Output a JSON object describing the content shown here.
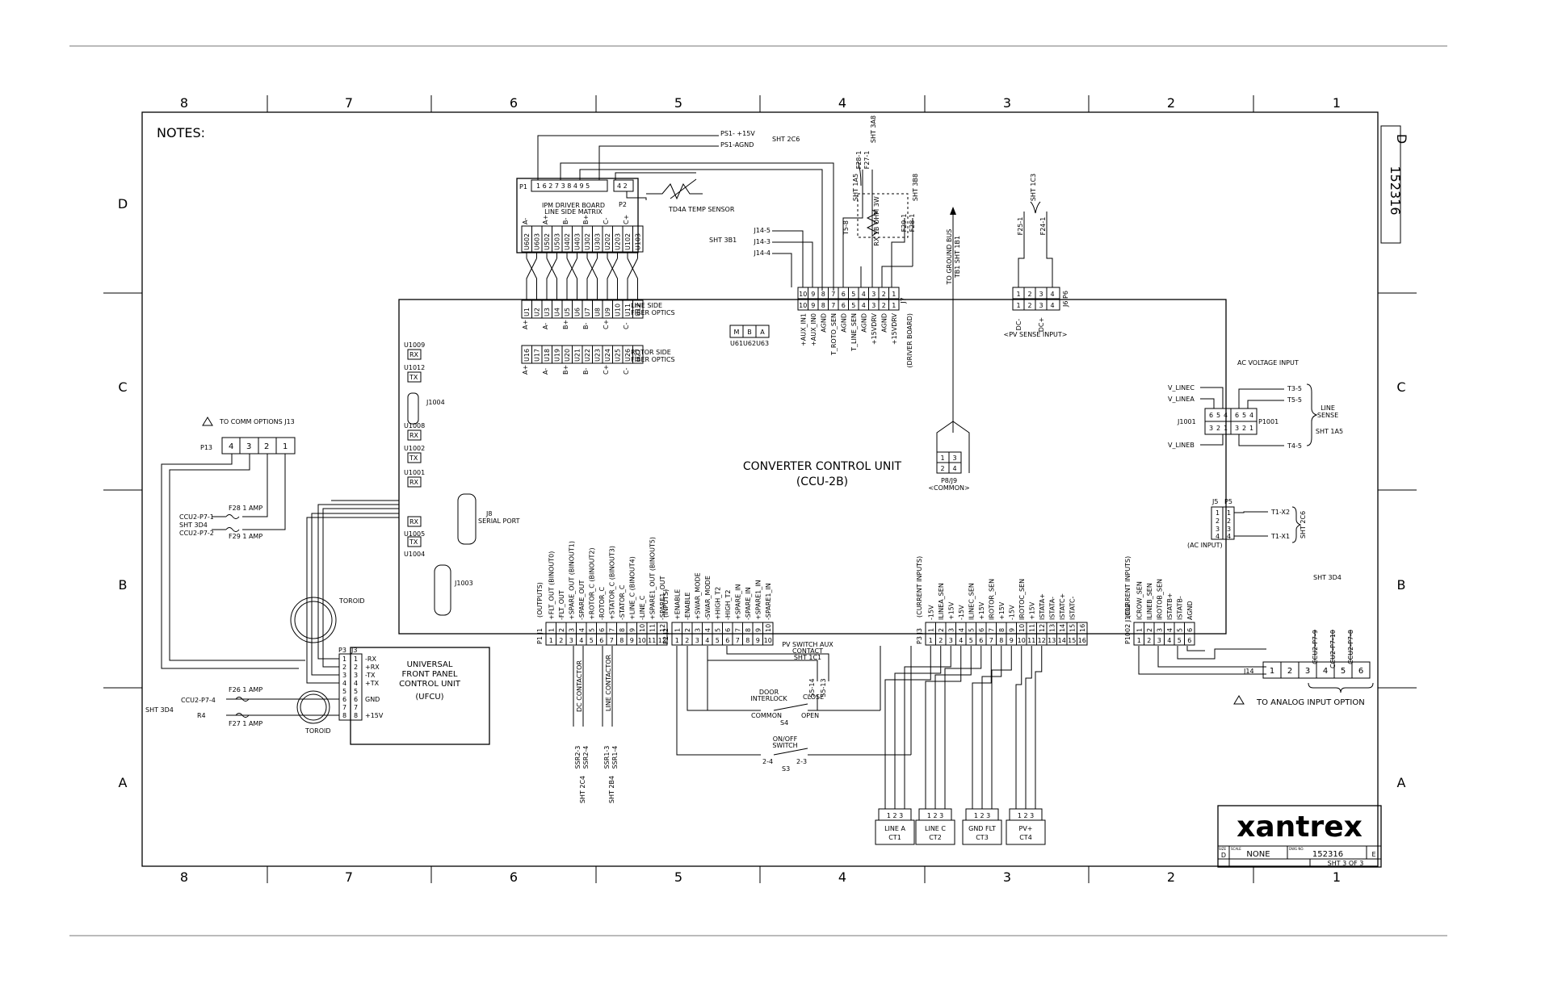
{
  "frame": {
    "top_columns": [
      "8",
      "7",
      "6",
      "5",
      "4",
      "3",
      "2",
      "1"
    ],
    "rows": [
      "D",
      "C",
      "B",
      "A"
    ],
    "notes_label": "NOTES:",
    "sheet_letter": "D",
    "sheet_number_vertical": "152316"
  },
  "title_block": {
    "brand": "xantrex",
    "size_label": "SIZE",
    "size": "D",
    "scale_label": "SCALE",
    "scale": "NONE",
    "dwg_label": "DWG NO.",
    "dwg_no": "152316",
    "rev": "E",
    "sheet": "SHT  3  OF  3"
  },
  "main_unit": {
    "title": "CONVERTER CONTROL UNIT",
    "subtitle": "(CCU-2B)"
  },
  "ipm": {
    "title": "IPM DRIVER BOARD",
    "subtitle": "LINE SIDE MATRIX",
    "p1": "P1",
    "p2": "P2",
    "p1_pins": [
      "1",
      "6",
      "2",
      "7",
      "3",
      "8",
      "4",
      "9",
      "5"
    ],
    "p2_pins": [
      "4",
      "2"
    ],
    "ps_labels": [
      "PS1- +15V",
      "PS1-AGND"
    ],
    "sht_ref": "SHT 2C6",
    "temp_sensor": "TD4A TEMP SENSOR",
    "outputs": [
      "U602",
      "U603",
      "U502",
      "U503",
      "U402",
      "U403",
      "U302",
      "U303",
      "U202",
      "U203",
      "U102",
      "U103"
    ],
    "phase_labels": [
      "A-",
      "A+",
      "B-",
      "B+",
      "C-",
      "C+"
    ]
  },
  "fiber": {
    "line_u": [
      "U1",
      "U2",
      "U3",
      "U4",
      "U5",
      "U6",
      "U7",
      "U8",
      "U9",
      "U10",
      "U11",
      "U12"
    ],
    "line_label_1": "LINE SIDE",
    "line_label_2": "FIBER OPTICS",
    "line_phases": [
      "A+",
      "A-",
      "B+",
      "B-",
      "C+",
      "C-"
    ],
    "rotor_u": [
      "U16",
      "U17",
      "U18",
      "U19",
      "U20",
      "U21",
      "U22",
      "U23",
      "U24",
      "U25",
      "U26",
      "U27"
    ],
    "rotor_label_1": "ROTOR SIDE",
    "rotor_label_2": "FIBER OPTICS",
    "rotor_phases": [
      "A+",
      "A-",
      "B+",
      "B-",
      "C+",
      "C-"
    ],
    "mba": [
      "M",
      "B",
      "A"
    ],
    "u61": "U61U62U63"
  },
  "comm": {
    "items": [
      {
        "id": "U1009",
        "rt": "RX"
      },
      {
        "id": "U1012",
        "rt": "TX"
      },
      {
        "id": "U1008",
        "rt": "RX"
      },
      {
        "id": "U1002",
        "rt": "TX"
      },
      {
        "id": "U1001",
        "rt": "RX"
      }
    ],
    "lower": [
      {
        "id": "U1005",
        "rt": "RX"
      },
      {
        "id": "U1004",
        "rt": "TX"
      }
    ],
    "j1004": "J1004",
    "j8_1": "J8",
    "j8_2": "SERIAL PORT",
    "j1003": "J1003"
  },
  "p13": {
    "label": "P13",
    "note": "TO COMM OPTIONS J13",
    "pins": [
      "4",
      "3",
      "2",
      "1"
    ],
    "f28": "F28  1 AMP",
    "f29": "F29  1 AMP",
    "ccu_a": "CCU2-P7-1",
    "ccu_b": "CCU2-P7-2",
    "sht": "SHT 3D4",
    "n1": "1",
    "n2": "2"
  },
  "ufcu": {
    "title1": "UNIVERSAL",
    "title2": "FRONT PANEL",
    "title3": "CONTROL UNIT",
    "title4": "(UFCU)",
    "p3": "P3",
    "j3": "J3",
    "pins": [
      "1",
      "2",
      "3",
      "4",
      "5",
      "6",
      "7",
      "8"
    ],
    "signals": [
      "-RX",
      "+RX",
      "-TX",
      "+TX",
      "",
      "GND",
      "",
      "+15V"
    ],
    "toroid": "TOROID",
    "f26": "F26  1 AMP",
    "f27": "F27  1 AMP",
    "ccu": "CCU2-P7-4",
    "r4": "R4",
    "sht": "SHT 3D4"
  },
  "j1": {
    "label": "P1 J1",
    "group": "(OUTPUTS)",
    "pins": [
      "1",
      "2",
      "3",
      "4",
      "5",
      "6",
      "7",
      "8",
      "9",
      "10",
      "11",
      "12"
    ],
    "signals": [
      "+FLT_OUT (BINOUT0)",
      "-FLT_OUT",
      "+SPARE_OUT (BINOUT1)",
      "-SPARE_OUT",
      "+ROTOR_C (BINOUT2)",
      "-ROTOR_C",
      "+STATOR_C (BINOUT3)",
      "-STATOR_C",
      "+LINE_C (BINOUT4)",
      "-LINE_C",
      "+SPARE1_OUT (BINOUT5)",
      "-SPARE1_OUT"
    ],
    "dc_contactor": "DC CONTACTOR",
    "line_contactor": "LINE CONTACTOR",
    "ssr_left": [
      "SSR2-3",
      "SSR2-4"
    ],
    "ssr_right": [
      "SSR1-3",
      "SSR1-4"
    ],
    "sht_left": "SHT 2C4",
    "sht_right": "SHT 2B4"
  },
  "j2": {
    "label": "P2 J2",
    "group": "(INPUTS)",
    "pins": [
      "1",
      "2",
      "3",
      "4",
      "5",
      "6",
      "7",
      "8",
      "9",
      "10"
    ],
    "signals": [
      "+ENABLE",
      "-ENABLE",
      "+SWAR_MODE",
      "-SWAR_MODE",
      "+HIGH_T2",
      "-HIGH_T2",
      "+SPARE_IN",
      "-SPARE_IN",
      "+SPARE1_IN",
      "-SPARE1_IN"
    ],
    "pv_switch_1": "PV SWITCH AUX",
    "pv_switch_2": "CONTACT",
    "pv_switch_3": "SHT 1C1",
    "s5a": "S5-14",
    "s5b": "S5-13",
    "door1": "DOOR",
    "door2": "INTERLOCK",
    "close": "CLOSE",
    "common": "COMMON",
    "open": "OPEN",
    "s4": "S4",
    "onoff1": "ON/OFF",
    "onoff2": "SWITCH",
    "t24": "2-4",
    "t23": "2-3",
    "s3": "S3"
  },
  "j3": {
    "label": "P3 J3",
    "group": "(CURRENT INPUTS)",
    "pins": [
      "1",
      "2",
      "3",
      "4",
      "5",
      "6",
      "7",
      "8",
      "9",
      "10",
      "11",
      "12",
      "13",
      "14",
      "15",
      "16"
    ],
    "signals": [
      "-15V",
      "ILINEA_SEN",
      "+15V",
      "-15V",
      "ILINEC_SEN",
      "+15V",
      "IROTOR_SEN",
      "+15V",
      "-15V",
      "IROTOC_SEN",
      "+15V",
      "ISTATA+",
      "ISTATA-",
      "ISTATC+",
      "ISTATC-",
      ""
    ],
    "cts": [
      {
        "pins": "1 2 3",
        "n1": "LINE A",
        "n2": "CT1"
      },
      {
        "pins": "1 2 3",
        "n1": "LINE C",
        "n2": "CT2"
      },
      {
        "pins": "1 2 3",
        "n1": "GND FLT",
        "n2": "CT3"
      },
      {
        "pins": "1 2 3",
        "n1": "PV+",
        "n2": "CT4"
      }
    ]
  },
  "j1002": {
    "label": "P1002 J1002",
    "group": "(CURRENT INPUTS)",
    "pins": [
      "1",
      "2",
      "3",
      "4",
      "5",
      "6"
    ],
    "signals": [
      "ICROW_SEN",
      "ILINEB_SEN",
      "IROTOB_SEN",
      "ISTATB+",
      "ISTATB-",
      "AGND"
    ]
  },
  "j14": {
    "label": "J14",
    "pins": [
      "1",
      "2",
      "3",
      "4",
      "5",
      "6"
    ],
    "ccu": [
      "CCU2-P7-9",
      "CCU2-P7-10",
      "CCU2-P7-8"
    ],
    "sht": "SHT 3D4",
    "note": "TO ANALOG INPUT OPTION"
  },
  "j7": {
    "label": "J7",
    "board": "(DRIVER BOARD)",
    "pins": [
      "10",
      "9",
      "8",
      "7",
      "6",
      "5",
      "4",
      "3",
      "2",
      "1"
    ],
    "signals": [
      "+AUX_IN1",
      "+AUX_IN0",
      "AGND",
      "T_ROTO_SEN",
      "AGND",
      "T_LINE_SEN",
      "AGND",
      "+15VDRV",
      "AGND",
      "+15VDRV"
    ],
    "j14": [
      "J14-5",
      "J14-3",
      "J14-4"
    ],
    "sht_j14": "SHT 3B1",
    "t5": "T5-8",
    "sht_t5": "SHT 1A5",
    "f28": "F28-1",
    "f27": "F27-1",
    "sht_f": "SHT 3A8",
    "f29": "F29-1",
    "f28b": "F28-1",
    "sht_3b8": "SHT 3B8",
    "r": "RX 1B OHM 3W"
  },
  "ground": {
    "l1": "TO GROUND BUS",
    "l2": "TB1 SHT 1B1",
    "p8": "P8/J9",
    "common": "<COMMON>",
    "pins": [
      "1",
      "3",
      "2",
      "4"
    ]
  },
  "j6": {
    "label": "J6 P6",
    "pins": [
      "1",
      "2",
      "3",
      "4"
    ],
    "dc_minus": "DC-",
    "dc_plus": "DC+",
    "note": "<PV SENSE INPUT>",
    "f25": "F25-1",
    "f24": "F24-1",
    "sht": "SHT 1C3"
  },
  "ac": {
    "title": "AC VOLTAGE INPUT",
    "v_linec": "V_LINEC",
    "v_linea": "V_LINEA",
    "v_lineb": "V_LINEB",
    "j1001": "J1001",
    "p1001": "P1001",
    "pins_top": [
      "6",
      "5",
      "4"
    ],
    "pins_bot": [
      "3",
      "2",
      "1"
    ],
    "t35": "T3-5",
    "t55": "T5-5",
    "t45": "T4-5",
    "line_sense_1": "LINE",
    "line_sense_2": "SENSE",
    "sht": "SHT 1A5",
    "j5": "J5",
    "p5": "P5",
    "j5_pins": [
      "1",
      "2",
      "3",
      "4"
    ],
    "tx2": "T1-X2",
    "tx1": "T1-X1",
    "sht2": "SHT 2C6",
    "ac_input": "(AC INPUT)"
  }
}
